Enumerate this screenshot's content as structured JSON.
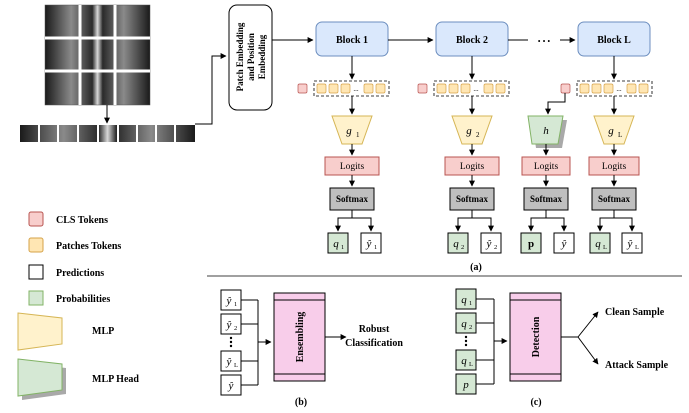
{
  "embedding_box": {
    "line1": "Patch Embedding",
    "line2": "and Position",
    "line3": "Embedding"
  },
  "blocks": [
    {
      "label": "Block 1",
      "head": "g",
      "head_sub": "1",
      "logits": "Logits",
      "softmax": "Softmax",
      "prob": "q",
      "prob_sub": "1",
      "pred": "ŷ",
      "pred_sub": "1",
      "head_type": "mlp"
    },
    {
      "label": "Block 2",
      "head": "g",
      "head_sub": "2",
      "logits": "Logits",
      "softmax": "Softmax",
      "prob": "q",
      "prob_sub": "2",
      "pred": "ŷ",
      "pred_sub": "2",
      "head_type": "mlp"
    },
    {
      "label": "",
      "head": "h",
      "head_sub": "",
      "logits": "Logits",
      "softmax": "Softmax",
      "prob": "p",
      "prob_sub": "",
      "pred": "ŷ",
      "pred_sub": "",
      "head_type": "mlp-head"
    },
    {
      "label": "Block L",
      "head": "g",
      "head_sub": "L",
      "logits": "Logits",
      "softmax": "Softmax",
      "prob": "q",
      "prob_sub": "L",
      "pred": "ŷ",
      "pred_sub": "L",
      "head_type": "mlp"
    }
  ],
  "ellipsis": "• • •",
  "token_dots": "...",
  "panel_labels": {
    "a": "(a)",
    "b": "(b)",
    "c": "(c)"
  },
  "legend": [
    {
      "label": "CLS Tokens",
      "color": "#f8cecc"
    },
    {
      "label": "Patches Tokens",
      "color": "#ffe6b3"
    },
    {
      "label": "Predictions",
      "color": "#ffffff"
    },
    {
      "label": "Probabilities",
      "color": "#d5e8d4"
    },
    {
      "label": "MLP",
      "color": "#fff2cc"
    },
    {
      "label": "MLP Head",
      "color": "#d5e8d4"
    }
  ],
  "ensembling": {
    "inputs": [
      {
        "base": "ŷ",
        "sub": "1"
      },
      {
        "base": "ŷ",
        "sub": "2"
      },
      {
        "base": "ŷ",
        "sub": "L"
      },
      {
        "base": "ŷ",
        "sub": ""
      }
    ],
    "box_label": "Ensembling",
    "output_line1": "Robust",
    "output_line2": "Classification"
  },
  "detection": {
    "inputs": [
      {
        "base": "q",
        "sub": "1"
      },
      {
        "base": "q",
        "sub": "2"
      },
      {
        "base": "q",
        "sub": "L"
      },
      {
        "base": "p",
        "sub": ""
      }
    ],
    "box_label": "Detection",
    "output_clean": "Clean Sample",
    "output_attack": "Attack Sample"
  },
  "colors": {
    "block_fill": "#dae8fc",
    "block_stroke": "#6c8ebf",
    "cls": "#f8cecc",
    "patch": "#ffe6b3",
    "mlp": "#fff2cc",
    "mlp_head": "#d5e8d4",
    "logits": "#f8cecc",
    "softmax": "#bfbfbf",
    "prob": "#d5e8d4",
    "ensemble": "#f8cdea"
  }
}
